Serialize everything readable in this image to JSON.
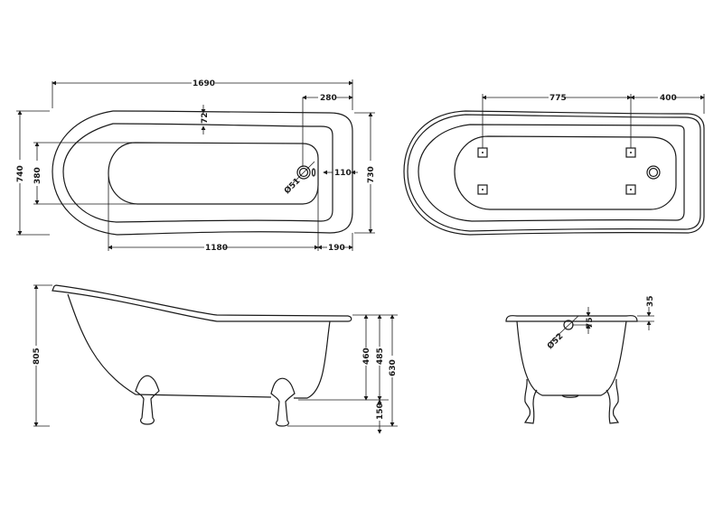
{
  "diagram": {
    "type": "technical-drawing",
    "subject": "freestanding slipper bath with claw feet",
    "line_color": "#1a1a1a",
    "background": "#ffffff",
    "views": {
      "top_plan": {
        "dimensions": {
          "overall_length": "1690",
          "waste_to_end": "280",
          "rim_width": "72",
          "overall_width_left": "740",
          "inner_width": "380",
          "waste_diameter": "Ø51",
          "waste_offset": "110",
          "overall_width_right": "730",
          "base_length": "1180",
          "base_to_end": "190"
        }
      },
      "underside_plan": {
        "dimensions": {
          "feet_spacing": "775",
          "feet_to_end": "400"
        }
      },
      "side_elevation": {
        "dimensions": {
          "overall_height": "805",
          "internal_depth": "460",
          "bath_depth": "485",
          "rim_height": "630",
          "leg_height": "150"
        }
      },
      "end_elevation": {
        "dimensions": {
          "rim_thickness": "35",
          "overflow_offset": "75",
          "overflow_diameter": "Ø52"
        }
      }
    }
  }
}
